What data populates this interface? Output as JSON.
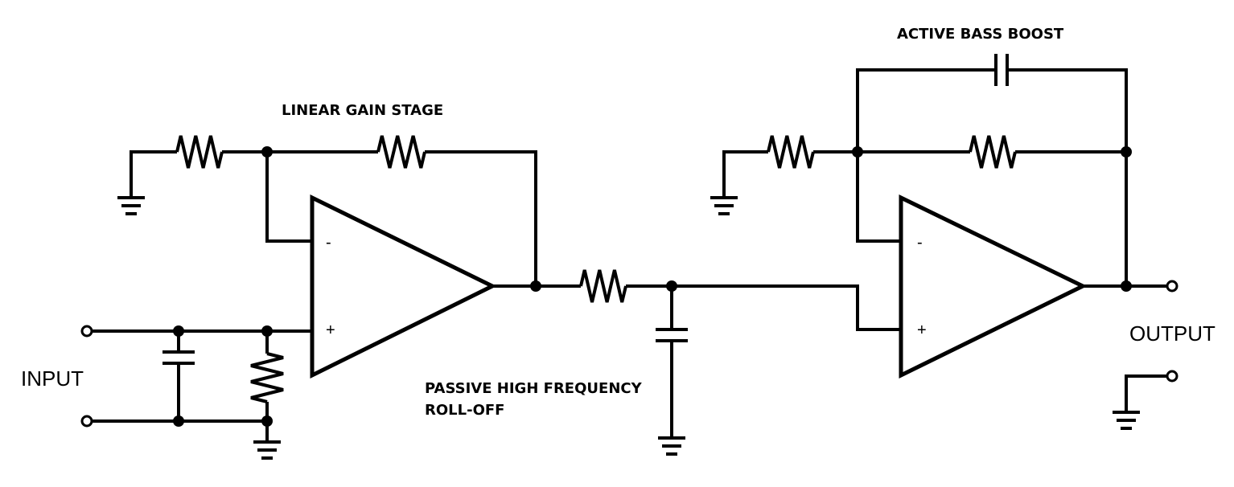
{
  "labels": {
    "linear_gain_stage": "LINEAR GAIN STAGE",
    "active_bass_boost": "ACTIVE BASS BOOST",
    "passive_hf_line1": "PASSIVE HIGH FREQUENCY",
    "passive_hf_line2": "ROLL-OFF",
    "input": "INPUT",
    "output": "OUTPUT"
  },
  "opamp1": {
    "minus": "-",
    "plus": "+"
  },
  "opamp2": {
    "minus": "-",
    "plus": "+"
  }
}
